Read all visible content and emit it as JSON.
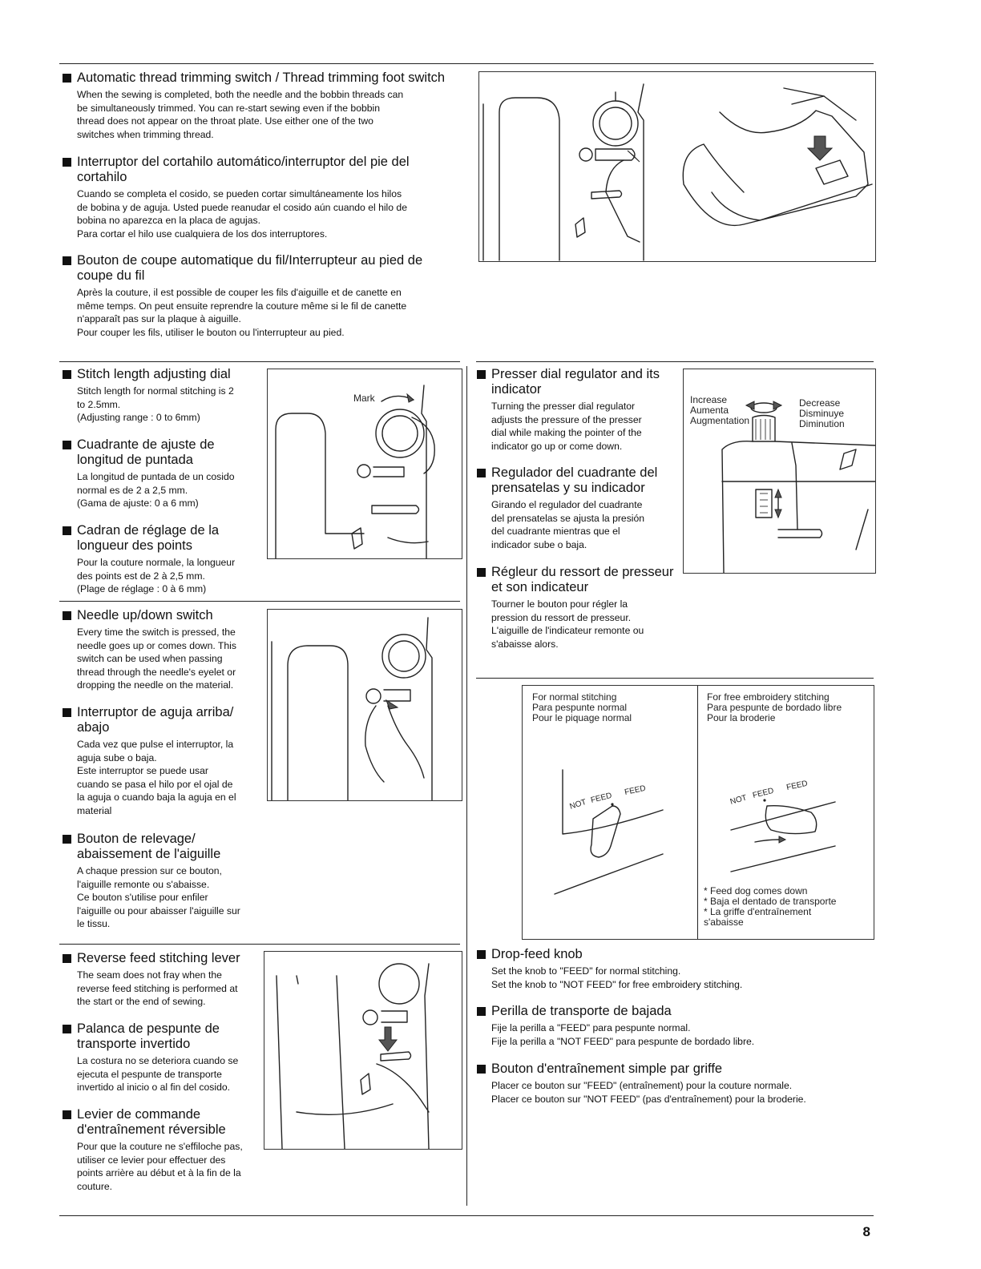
{
  "page_number": "8",
  "top_sections": [
    {
      "title": "Automatic thread trimming switch / Thread trimming foot switch",
      "body": "When the sewing is completed, both the needle and the bobbin threads can\nbe simultaneously trimmed. You can re-start sewing even if the bobbin\nthread does not appear on the throat plate. Use either one of the two\nswitches when trimming thread."
    },
    {
      "title": "Interruptor del cortahilo automático/interruptor del pie del\ncortahilo",
      "body": "Cuando se completa el cosido, se pueden cortar simultáneamente los hilos\nde bobina y de aguja. Usted puede reanudar el cosido aún cuando el hilo de\nbobina no aparezca en la placa de agujas.\nPara cortar el hilo use cualquiera de los dos interruptores."
    },
    {
      "title": "Bouton de coupe automatique du fil/Interrupteur au pied de\ncoupe du fil",
      "body": "Après la couture, il est possible de couper les fils d'aiguille et de canette en\nmême temps. On peut ensuite reprendre la couture même si le fil de canette\nn'apparaît pas sur la plaque à aiguille.\nPour couper les fils, utiliser le bouton ou l'interrupteur au pied."
    }
  ],
  "stitch_sections": [
    {
      "title": "Stitch length adjusting dial",
      "body": "Stitch length for normal stitching is 2\nto 2.5mm.\n(Adjusting range : 0 to 6mm)"
    },
    {
      "title": "Cuadrante de ajuste de\nlongitud de puntada",
      "body": "La longitud de puntada de un cosido\nnormal es de 2 a 2,5 mm.\n(Gama de ajuste: 0 a 6 mm)"
    },
    {
      "title": "Cadran de réglage de la\nlongueur des points",
      "body": "Pour la couture normale, la longueur\ndes points est de 2 à 2,5 mm.\n(Plage de réglage : 0 à 6 mm)"
    }
  ],
  "stitch_figure_label": "Mark",
  "needle_sections": [
    {
      "title": "Needle up/down switch",
      "body": "Every time the switch is pressed, the\nneedle goes up or comes down. This\nswitch can be used when passing\nthread through the needle's eyelet or\ndropping the needle on the material."
    },
    {
      "title": "Interruptor de aguja arriba/\nabajo",
      "body": "Cada vez que pulse el interruptor, la\naguja sube o baja.\nEste interruptor se puede usar\ncuando se pasa el hilo por el ojal de\nla aguja o cuando baja la aguja en el\nmaterial"
    },
    {
      "title": "Bouton de relevage/\nabaissement de l'aiguille",
      "body": "A chaque pression sur ce bouton,\nl'aiguille remonte ou s'abaisse.\nCe bouton s'utilise pour enfiler\nl'aiguille ou pour abaisser l'aiguille sur\nle tissu."
    }
  ],
  "reverse_sections": [
    {
      "title": "Reverse feed stitching lever",
      "body": "The seam does not fray when the\nreverse feed stitching is performed at\nthe start or the end of sewing."
    },
    {
      "title": "Palanca de pespunte de\ntransporte invertido",
      "body": "La costura no se deteriora cuando se\nejecuta el pespunte de transporte\ninvertido al inicio o al fin del cosido."
    },
    {
      "title": "Levier de commande\nd'entraînement réversible",
      "body": "Pour que la couture ne s'effiloche pas,\nutiliser ce levier pour effectuer des\npoints arrière au début et à la fin de la\ncouture."
    }
  ],
  "presser_sections": [
    {
      "title": "Presser dial regulator and its\nindicator",
      "body": "Turning the presser dial regulator\nadjusts the pressure of the presser\ndial while making the pointer of the\nindicator go up or come down."
    },
    {
      "title": "Regulador del cuadrante del\nprensatelas y su indicador",
      "body": "Girando el regulador del cuadrante\ndel prensatelas se ajusta la presión\ndel cuadrante mientras que el\nindicador sube o baja."
    },
    {
      "title": "Régleur du ressort de presseur\net son indicateur",
      "body": "Tourner le bouton pour régler la\npression du ressort de presseur.\nL'aiguille de l'indicateur remonte ou\ns'abaisse alors."
    }
  ],
  "presser_figure": {
    "increase": "Increase\nAumenta\nAugmentation",
    "decrease": "Decrease\nDisminuye\nDiminution"
  },
  "feed_figure": {
    "left_caption": "For normal stitching\nPara pespunte normal\nPour le piquage normal",
    "right_caption": "For free embroidery stitching\nPara pespunte de bordado libre\nPour la broderie",
    "not_feed": "NOT FEED",
    "feed": "FEED",
    "note": "* Feed dog comes down\n* Baja el dentado de transporte\n* La griffe d'entraînement\n   s'abaisse"
  },
  "dropfeed_sections": [
    {
      "title": "Drop-feed knob",
      "body": "Set the knob to \"FEED\" for normal stitching.\nSet the knob to \"NOT FEED\" for free embroidery stitching."
    },
    {
      "title": "Perilla de transporte de bajada",
      "body": "Fije la perilla a \"FEED\" para pespunte normal.\nFije la perilla a \"NOT FEED\" para pespunte de bordado libre."
    },
    {
      "title": "Bouton d'entraînement simple par griffe",
      "body": "Placer ce bouton sur \"FEED\" (entraînement) pour la couture normale.\nPlacer ce bouton sur \"NOT FEED\" (pas d'entraînement) pour la broderie."
    }
  ]
}
